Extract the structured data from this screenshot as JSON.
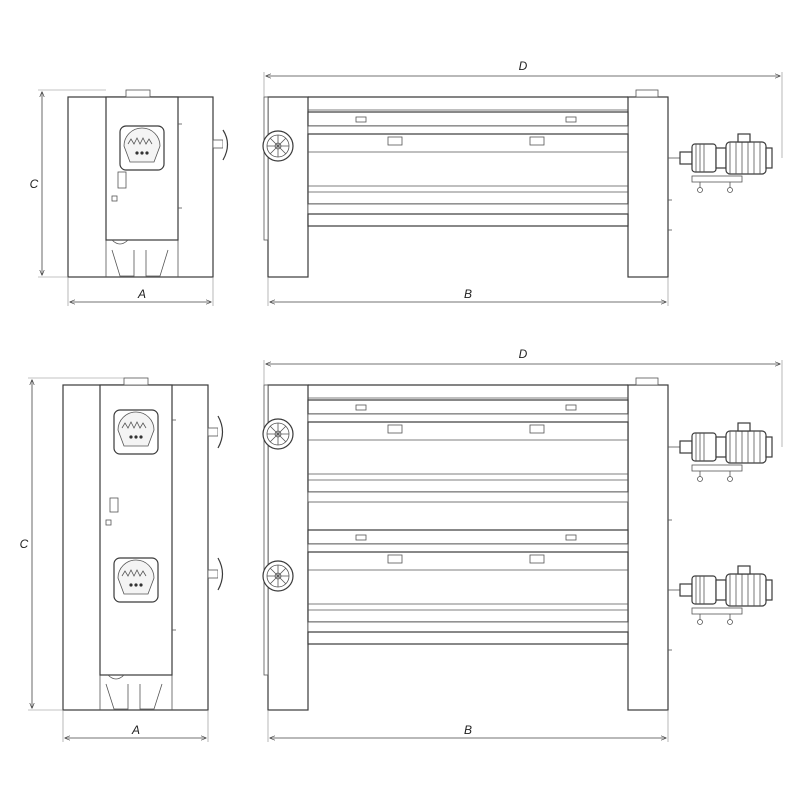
{
  "views": [
    {
      "name": "single-roller-unit",
      "dimensions": {
        "a": "A",
        "b": "B",
        "c": "C",
        "d": "D"
      }
    },
    {
      "name": "double-roller-unit",
      "dimensions": {
        "a": "A",
        "b": "B",
        "c": "C",
        "d": "D"
      }
    }
  ]
}
